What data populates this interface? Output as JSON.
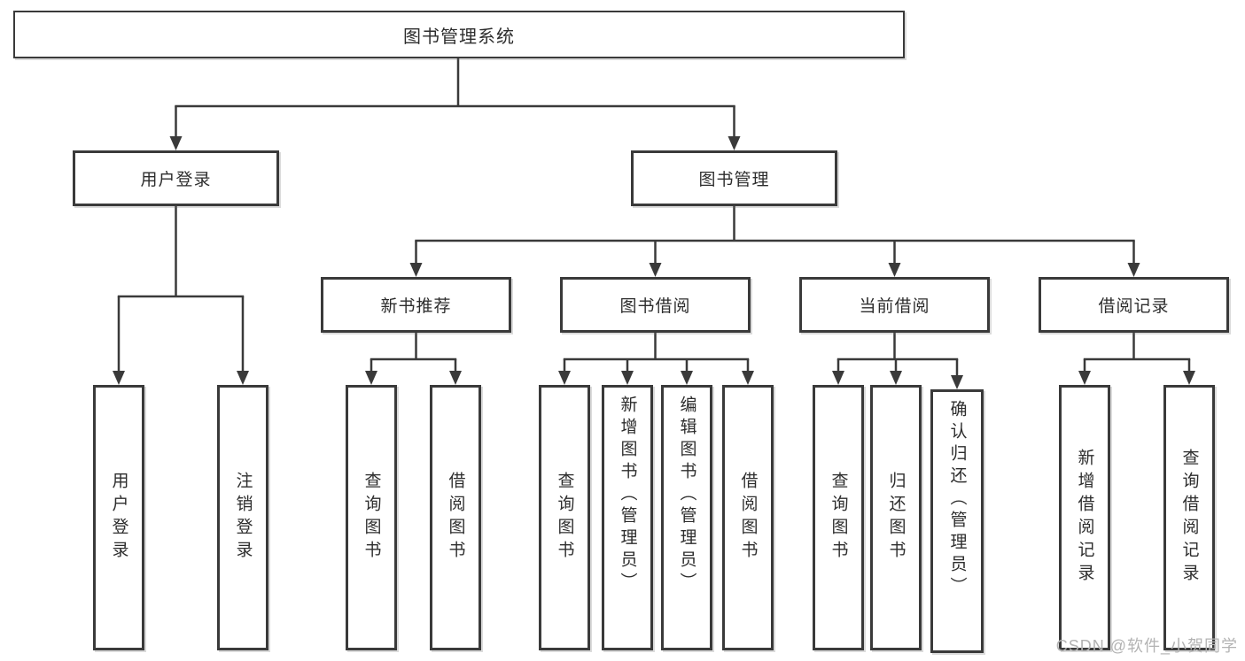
{
  "watermark": "CSDN @软件_小贺同学",
  "colors": {
    "line": "#3a3a3a",
    "text": "#2d2d2d",
    "box_background": "#ffffff",
    "watermark": "#b3b3b3"
  },
  "tree": {
    "root": {
      "label": "图书管理系统"
    },
    "level2": [
      {
        "label": "用户登录",
        "children": [
          {
            "label": "用户登录"
          },
          {
            "label": "注销登录"
          }
        ]
      },
      {
        "label": "图书管理",
        "children": [
          {
            "label": "新书推荐",
            "children": [
              {
                "label": "查询图书"
              },
              {
                "label": "借阅图书"
              }
            ]
          },
          {
            "label": "图书借阅",
            "children": [
              {
                "label": "查询图书"
              },
              {
                "label": "新增图书（管理员）"
              },
              {
                "label": "编辑图书（管理员）"
              },
              {
                "label": "借阅图书"
              }
            ]
          },
          {
            "label": "当前借阅",
            "children": [
              {
                "label": "查询图书"
              },
              {
                "label": "归还图书"
              },
              {
                "label": "确认归还（管理员）"
              }
            ]
          },
          {
            "label": "借阅记录",
            "children": [
              {
                "label": "新增借阅记录"
              },
              {
                "label": "查询借阅记录"
              }
            ]
          }
        ]
      }
    ]
  }
}
